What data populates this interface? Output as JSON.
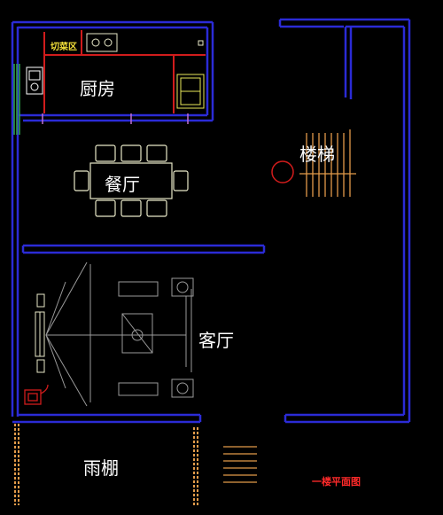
{
  "labels": {
    "kitchen": "厨房",
    "dining": "餐厅",
    "stairs": "楼梯",
    "living": "客厅",
    "canopy": "雨棚",
    "prep_area": "切菜区",
    "plan_title": "一楼平面图"
  },
  "colors": {
    "background": "#000000",
    "wall": "#2b2bd6",
    "kitchen_line": "#d11c1c",
    "furniture": "#e8e8c8",
    "stairs": "#e39b4a",
    "title": "#ff2a2a",
    "prep_label": "#f5e23a",
    "window": "#2fa84a",
    "text": "#ffffff"
  }
}
